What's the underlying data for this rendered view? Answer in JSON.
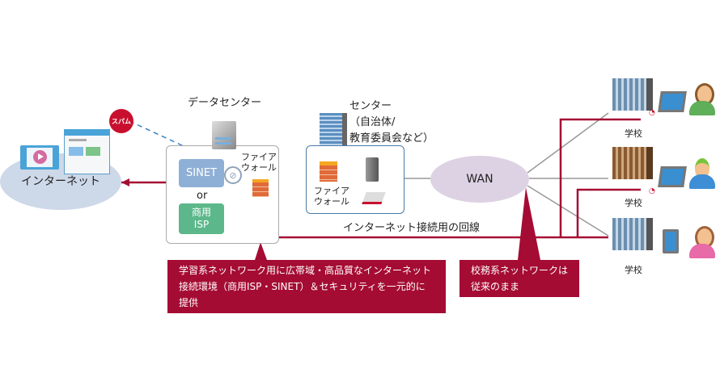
{
  "colors": {
    "accent_red": "#a50c33",
    "internet_cloud": "#cdd8e8",
    "wan_cloud": "#ddd2e3",
    "sinet_box": "#8fb0d6",
    "isp_box": "#5cb88a",
    "spam_badge": "#c8102e",
    "line_gray": "#999999",
    "dashed_blue": "#3a7cc4"
  },
  "internet": {
    "label": "インターネット",
    "icons": [
      "video-player-icon",
      "browser-window-icon"
    ]
  },
  "spam": {
    "label": "スパム"
  },
  "datacenter": {
    "title": "データセンター",
    "sinet_label": "SINET",
    "or_label": "or",
    "isp_line1": "商用",
    "isp_line2": "ISP",
    "firewall_line1": "ファイア",
    "firewall_line2": "ウォール"
  },
  "center": {
    "title_line1": "センター",
    "title_line2": "（自治体/",
    "title_line3": "教育委員会など）",
    "firewall_line1": "ファイア",
    "firewall_line2": "ウォール"
  },
  "wan": {
    "label": "WAN"
  },
  "internet_line_label": "インターネット接続用の回線",
  "schools": [
    {
      "label": "学校",
      "device": "laptop",
      "user": "woman"
    },
    {
      "label": "学校",
      "device": "laptop",
      "user": "boy-cap"
    },
    {
      "label": "学校",
      "device": "tablet",
      "user": "girl"
    }
  ],
  "callouts": {
    "left_line1": "学習系ネットワーク用に広帯域・高品質なインターネット",
    "left_line2": "接続環境（商用ISP・SINET）＆セキュリティを一元的に提供",
    "right_line1": "校務系ネットワークは",
    "right_line2": "従来のまま"
  }
}
